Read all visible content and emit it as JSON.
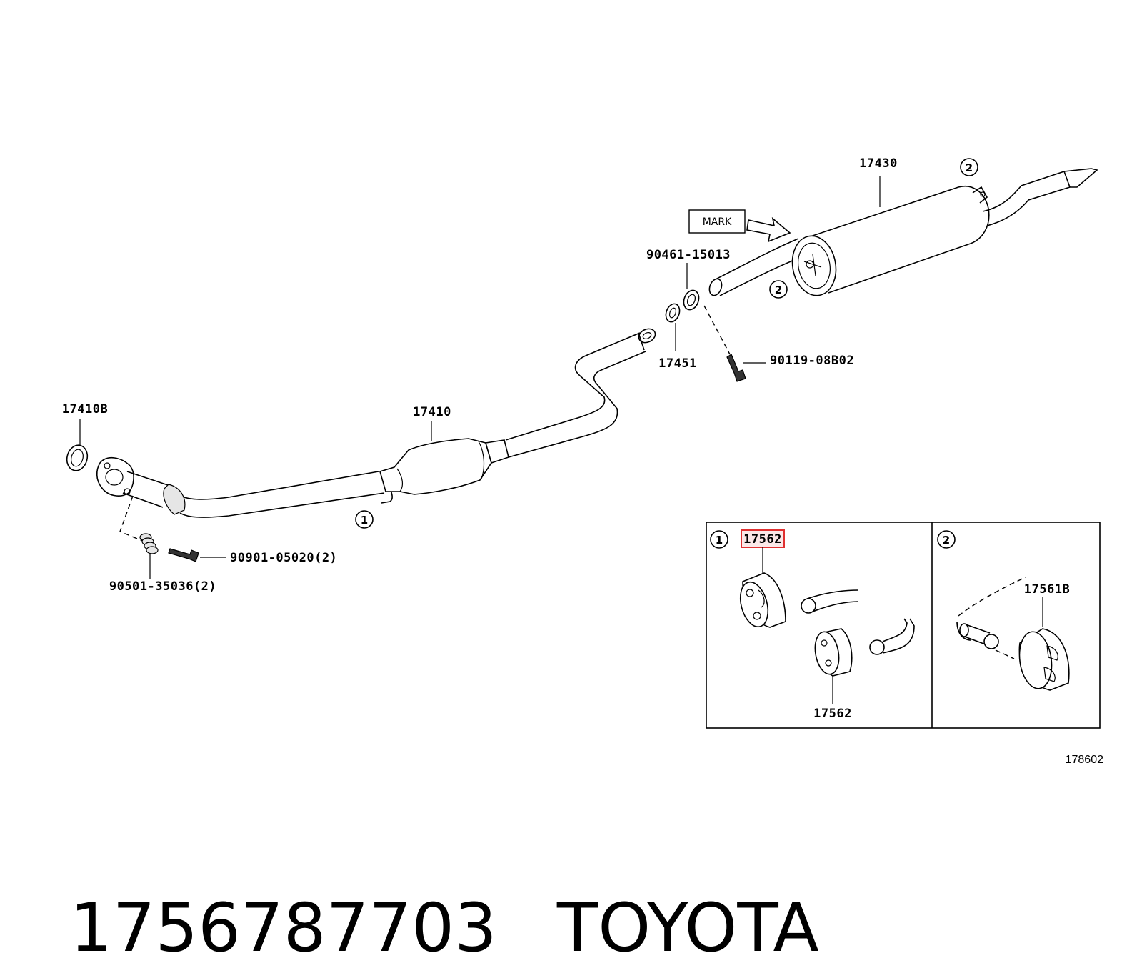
{
  "labels": {
    "p17430": "17430",
    "p90461": "90461-15013",
    "p17451": "17451",
    "p90119": "90119-08B02",
    "p17410B": "17410B",
    "p17410": "17410",
    "p90901": "90901-05020(2)",
    "p90501": "90501-35036(2)",
    "p17562_top": "17562",
    "p17562_bottom": "17562",
    "p17561B": "17561B",
    "mark": "MARK",
    "ref_circle_1": "1",
    "ref_circle_2": "2"
  },
  "drawing_number": "178602",
  "footer": {
    "part_number": "1756787703",
    "brand": "TOYOTA"
  },
  "highlight_color": "#e03030"
}
